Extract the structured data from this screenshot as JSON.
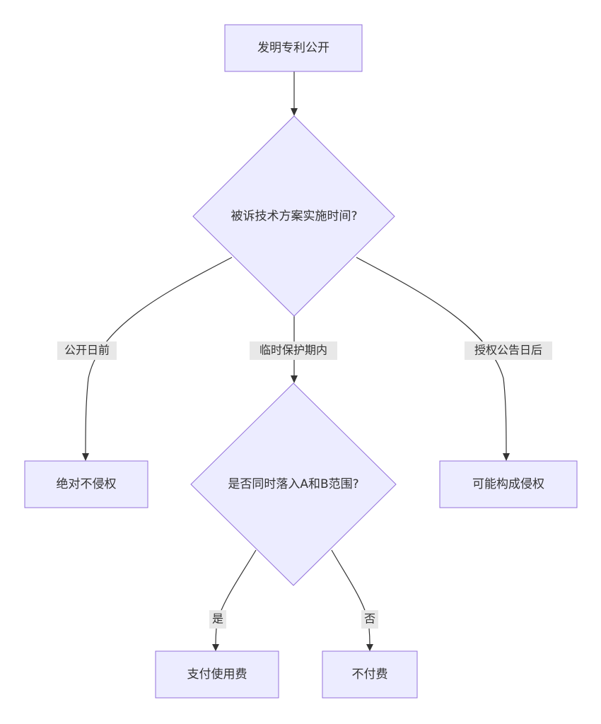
{
  "nodes": {
    "publication": "发明专利公开",
    "decision_time": "被诉技术方案实施时间?",
    "no_infringement": "绝对不侵权",
    "decision_scope": "是否同时落入A和B范围?",
    "may_infringe": "可能构成侵权",
    "pay_fee": "支付使用费",
    "no_fee": "不付费"
  },
  "edges": {
    "before_publication": "公开日前",
    "provisional_period": "临时保护期内",
    "after_grant": "授权公告日后",
    "yes": "是",
    "no": "否"
  },
  "colors": {
    "node_fill": "#ececff",
    "node_stroke": "#9370db",
    "edge": "#333333",
    "edge_label_bg": "#e8e8e8"
  }
}
